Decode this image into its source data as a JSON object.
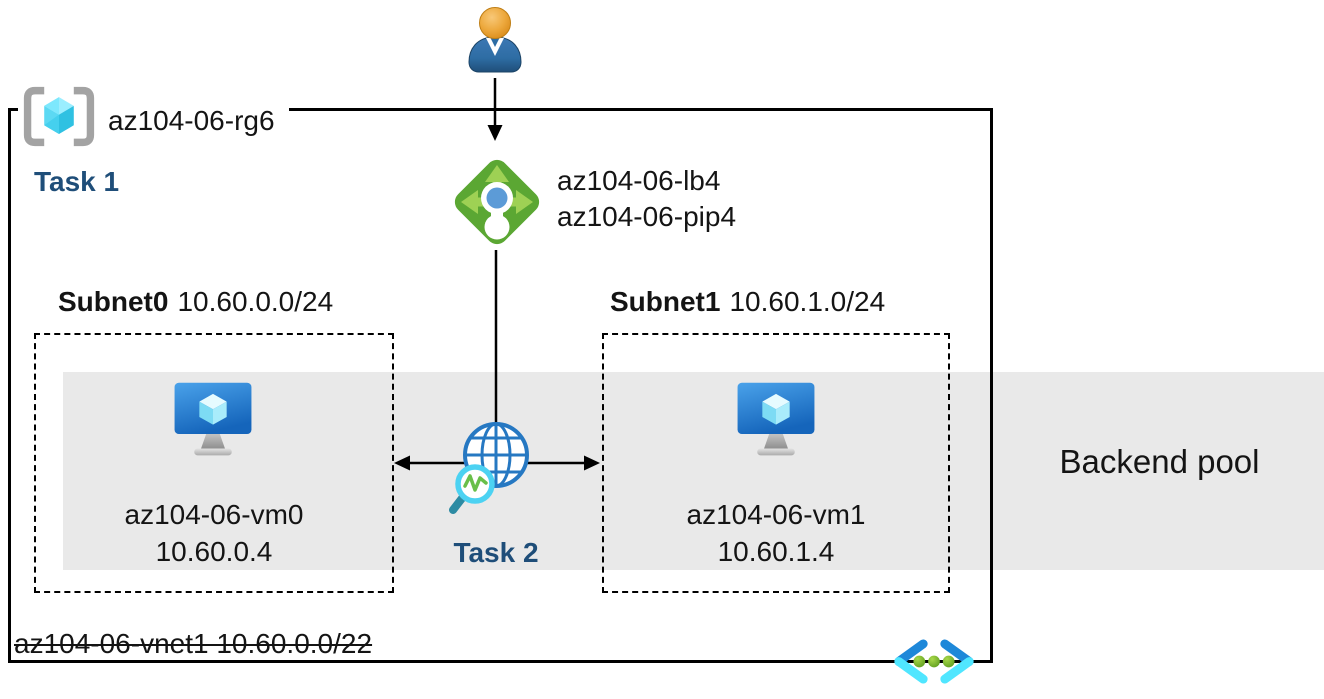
{
  "resource_group": {
    "name": "az104-06-rg6",
    "task_label": "Task 1"
  },
  "load_balancer": {
    "name": "az104-06-lb4",
    "public_ip": "az104-06-pip4"
  },
  "subnets": [
    {
      "name": "Subnet0",
      "cidr": "10.60.0.0/24",
      "vm_name": "az104-06-vm0",
      "vm_ip": "10.60.0.4"
    },
    {
      "name": "Subnet1",
      "cidr": "10.60.1.0/24",
      "vm_name": "az104-06-vm1",
      "vm_ip": "10.60.1.4"
    }
  ],
  "network_watcher": {
    "task_label": "Task 2"
  },
  "backend_pool_label": "Backend pool",
  "vnet_label": "az104-06-vnet1 10.60.0.0/22",
  "icons": {
    "user": "user-icon",
    "resource_group": "resource-group-icon",
    "load_balancer": "load-balancer-icon",
    "virtual_machine": "virtual-machine-icon",
    "network_watcher": "globe-magnifier-icon",
    "virtual_network": "vnet-chevron-dots-icon"
  },
  "colors": {
    "task_label_text": "#1f4e79",
    "backend_pool_band": "#e9e9e9",
    "lb_body_green": "#5ba733",
    "lb_arrow_green": "#9ed154",
    "azure_blue": "#1e88d9",
    "cyan_accent": "#50e6ff",
    "outline_black": "#000000"
  }
}
